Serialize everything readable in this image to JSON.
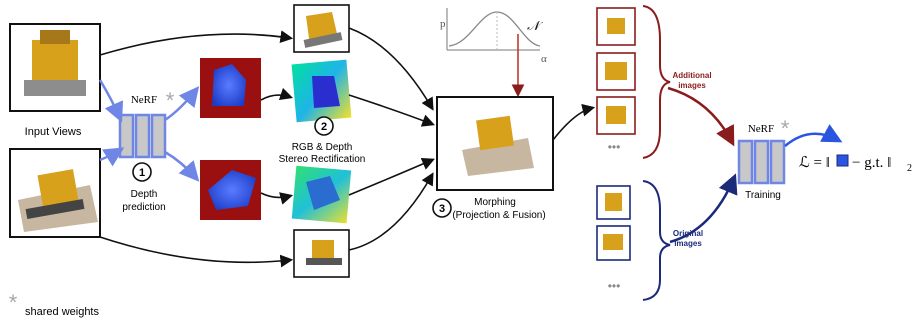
{
  "labels": {
    "input_views": "Input Views",
    "nerf_left": "NeRF",
    "nerf_right": "NeRF",
    "step1_num": "1",
    "step1_text_line1": "Depth",
    "step1_text_line2": "prediction",
    "step2_num": "2",
    "step2_text_line1": "RGB & Depth",
    "step2_text_line2": "Stereo Rectification",
    "step3_num": "3",
    "step3_text_line1": "Morphing",
    "step3_text_line2": "(Projection & Fusion)",
    "additional_line1": "Additional",
    "additional_line2": "images",
    "original_line1": "Original",
    "original_line2": "images",
    "training": "Training",
    "shared_weights": "shared weights",
    "asterisk": "*",
    "ellipsis": "•••",
    "loss_lhs": "ℒ = ‖",
    "loss_rhs": "− g.t. ‖",
    "loss_sub": "2",
    "plot_p": "p",
    "plot_alpha": "α",
    "plot_n": "𝒩"
  },
  "colors": {
    "additional_red": "#8b1c1c",
    "original_blue": "#1c2a7a",
    "nerf_blue": "#6f86e6",
    "nerf_fill": "#c8c8c8",
    "depth_red": "#9a0f0f",
    "plot_red": "#c0392b",
    "asterisk_gray": "#a8a8a8"
  },
  "icons": [
    "lego-bulldozer-image",
    "depth-map-image",
    "rectified-depth-image",
    "nerf-network-icon",
    "gaussian-plot-icon"
  ]
}
